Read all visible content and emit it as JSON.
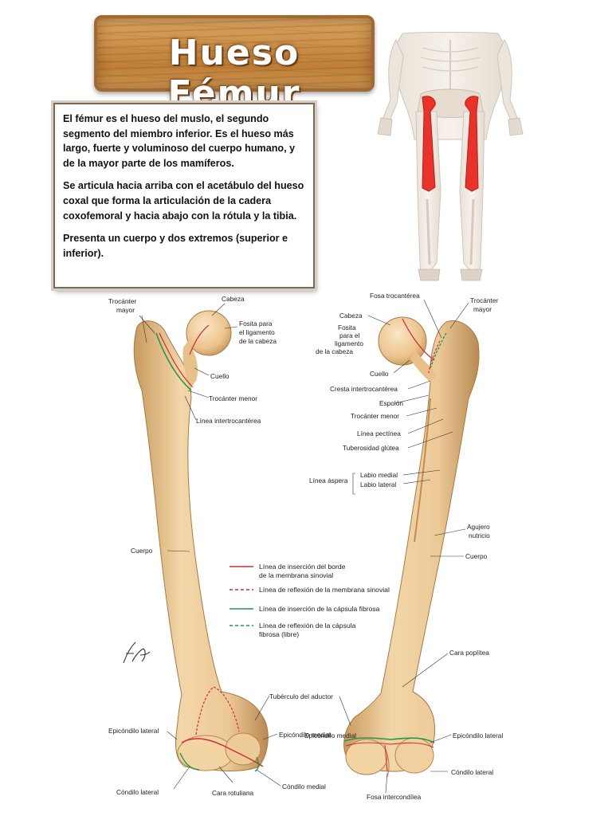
{
  "title": "Hueso Fémur",
  "intro": {
    "p1": "El fémur es el hueso del muslo, el segundo segmento del miembro inferior. Es el hueso más largo, fuerte y voluminoso del cuerpo humano, y de la mayor parte de los mamíferos.",
    "p2": "Se articula hacia arriba con el acetábulo del hueso coxal que forma la articulación de la cadera coxofemoral y hacia abajo con la rótula y la tibia.",
    "p3": "Presenta un cuerpo y dos extremos (superior e inferior)."
  },
  "anterior_labels": {
    "trocanter_mayor_1": "Trocánter",
    "trocanter_mayor_2": "mayor",
    "cabeza": "Cabeza",
    "fosita_1": "Fosita para",
    "fosita_2": "el ligamento",
    "fosita_3": "de la cabeza",
    "cuello": "Cuello",
    "trocanter_menor": "Trocánter menor",
    "linea_intertrocanterea": "Línea intertrocantérea",
    "cuerpo": "Cuerpo",
    "tuberculo_aductor": "Tubérculo del aductor",
    "epicondilo_lateral": "Epicóndilo lateral",
    "epicondilo_medial": "Epicóndilo medial",
    "condilo_lateral": "Cóndilo lateral",
    "cara_rotuliana": "Cara rotuliana",
    "condilo_medial": "Cóndilo medial"
  },
  "posterior_labels": {
    "fosa_trocanterea": "Fosa trocantérea",
    "trocanter_mayor_1": "Trocánter",
    "trocanter_mayor_2": "mayor",
    "cabeza": "Cabeza",
    "fosita_1": "Fosita",
    "fosita_2": "para el",
    "fosita_3": "ligamento",
    "fosita_4": "de la cabeza",
    "cuello": "Cuello",
    "cresta_intertrocanterea": "Cresta intertrocantérea",
    "espolon": "Espolón",
    "trocanter_menor": "Trocánter menor",
    "linea_pectinea": "Línea pectínea",
    "tuberosidad_glutea": "Tuberosidad glútea",
    "linea_aspera": "Línea áspera",
    "labio_medial": "Labio medial",
    "labio_lateral": "Labio lateral",
    "agujero_nutricio_1": "Agujero",
    "agujero_nutricio_2": "nutricio",
    "cuerpo": "Cuerpo",
    "cara_poplitea": "Cara poplítea",
    "epicondilo_medial": "Epicóndilo medial",
    "epicondilo_lateral": "Epicóndilo lateral",
    "condilo_lateral": "Cóndilo lateral",
    "fosa_intercondilea": "Fosa intercondílea"
  },
  "legend": {
    "item1_1": "Línea de inserción del borde",
    "item1_2": "de la membrana sinovial",
    "item2": "Línea de reflexión de la membrana sinovial",
    "item3": "Línea de inserción de la cápsula fibrosa",
    "item4_1": "Línea de reflexión de la cápsula",
    "item4_2": "fibrosa (libre)"
  },
  "colors": {
    "bone": "#ecc997",
    "bone_shadow": "#c99a5e",
    "highlight_bone": "#e8322a",
    "synovial_line": "#d42a3c",
    "capsule_line": "#1f9a4a"
  }
}
